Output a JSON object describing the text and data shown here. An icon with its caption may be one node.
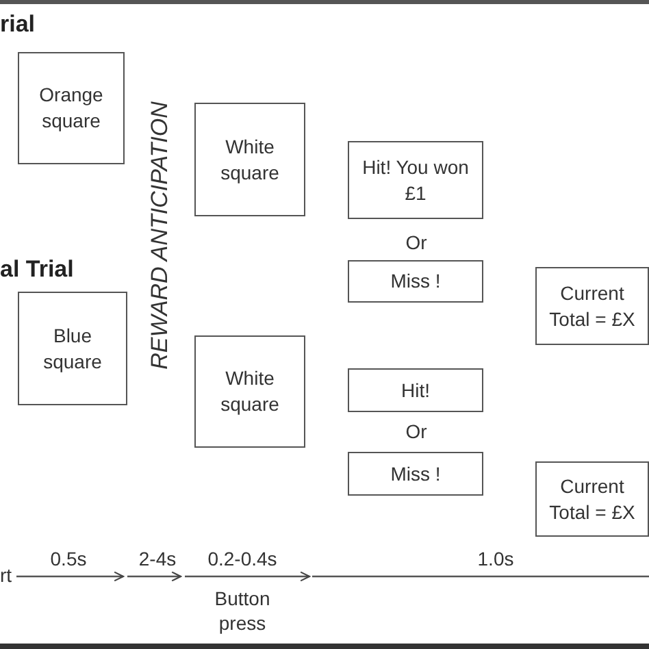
{
  "diagram": {
    "nodes": [
      {
        "text": [
          "Orange square"
        ]
      },
      {
        "text": [
          "White square"
        ]
      },
      {
        "text": [
          "Hit! You won £1"
        ]
      },
      {
        "text": [
          "Miss !"
        ]
      },
      {
        "text": [
          "Current Total = £X"
        ]
      },
      {
        "text": [
          "Blue square"
        ]
      },
      {
        "text": [
          "White square"
        ]
      },
      {
        "text": [
          "Hit!"
        ]
      },
      {
        "text": [
          "Miss !"
        ]
      },
      {
        "text": [
          "Current Total = £X"
        ]
      }
    ],
    "labels": [
      "rial",
      "REWARD ANTICIPATION",
      "Or",
      "al Trial",
      "Or",
      "rt",
      "0.5s",
      "2-4s",
      "0.2-0.4s",
      "1.0s",
      "Button press"
    ]
  }
}
